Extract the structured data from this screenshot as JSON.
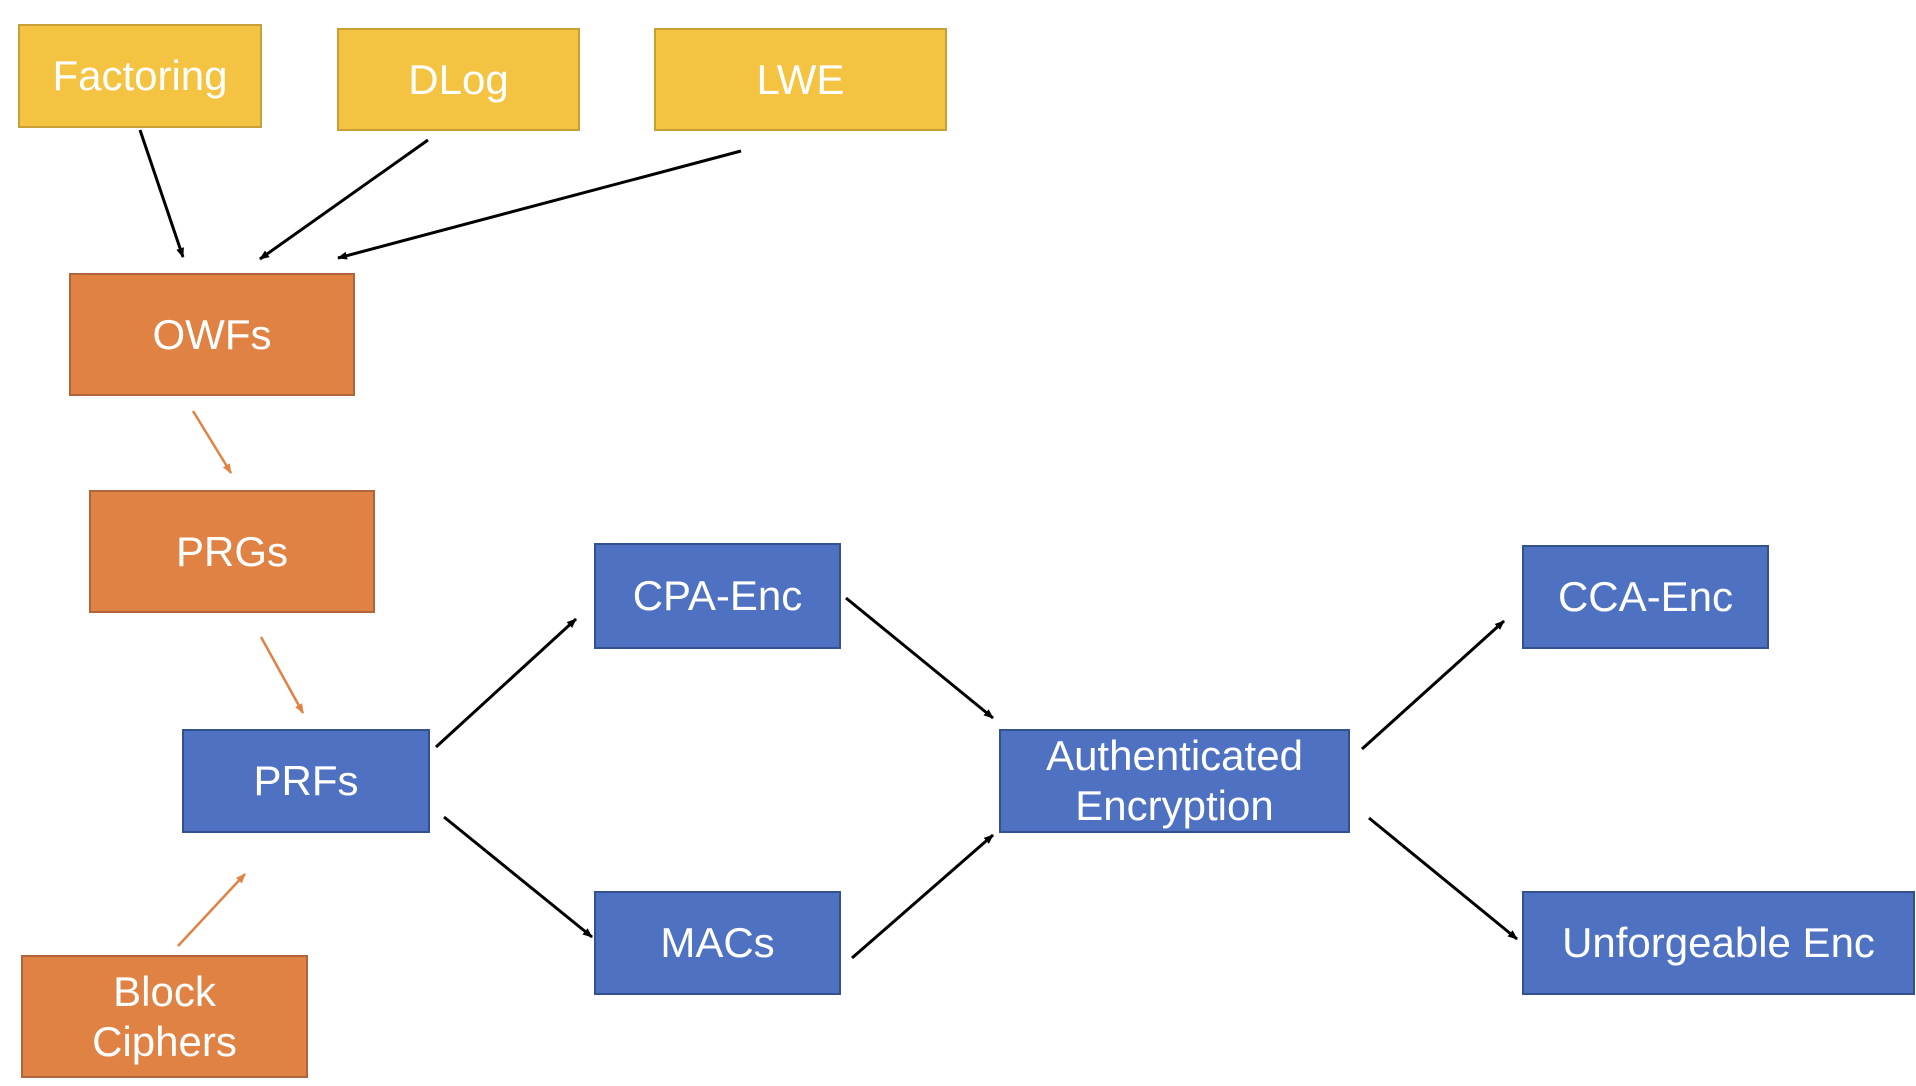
{
  "nodes": {
    "factoring": "Factoring",
    "dlog": "DLog",
    "lwe": "LWE",
    "owfs": "OWFs",
    "prgs": "PRGs",
    "prfs": "PRFs",
    "block_ciphers": [
      "Block",
      "Ciphers"
    ],
    "cpa_enc": "CPA-Enc",
    "macs": "MACs",
    "authenticated_encryption": [
      "Authenticated",
      "Encryption"
    ],
    "cca_enc": "CCA-Enc",
    "unforgeable_enc": "Unforgeable Enc"
  },
  "edges": [
    {
      "from": "factoring",
      "to": "owfs",
      "color": "#000000"
    },
    {
      "from": "dlog",
      "to": "owfs",
      "color": "#000000"
    },
    {
      "from": "lwe",
      "to": "owfs",
      "color": "#000000"
    },
    {
      "from": "owfs",
      "to": "prgs",
      "color": "#df8244"
    },
    {
      "from": "prgs",
      "to": "prfs",
      "color": "#df8244"
    },
    {
      "from": "block_ciphers",
      "to": "prfs",
      "color": "#df8244"
    },
    {
      "from": "prfs",
      "to": "cpa_enc",
      "color": "#000000"
    },
    {
      "from": "prfs",
      "to": "macs",
      "color": "#000000"
    },
    {
      "from": "cpa_enc",
      "to": "authenticated_encryption",
      "color": "#000000"
    },
    {
      "from": "macs",
      "to": "authenticated_encryption",
      "color": "#000000"
    },
    {
      "from": "authenticated_encryption",
      "to": "cca_enc",
      "color": "#000000"
    },
    {
      "from": "authenticated_encryption",
      "to": "unforgeable_enc",
      "color": "#000000"
    }
  ],
  "colors": {
    "assumption": "#f4c342",
    "primitive": "#df8244",
    "scheme": "#4e71c2",
    "arrow": "#000000"
  }
}
